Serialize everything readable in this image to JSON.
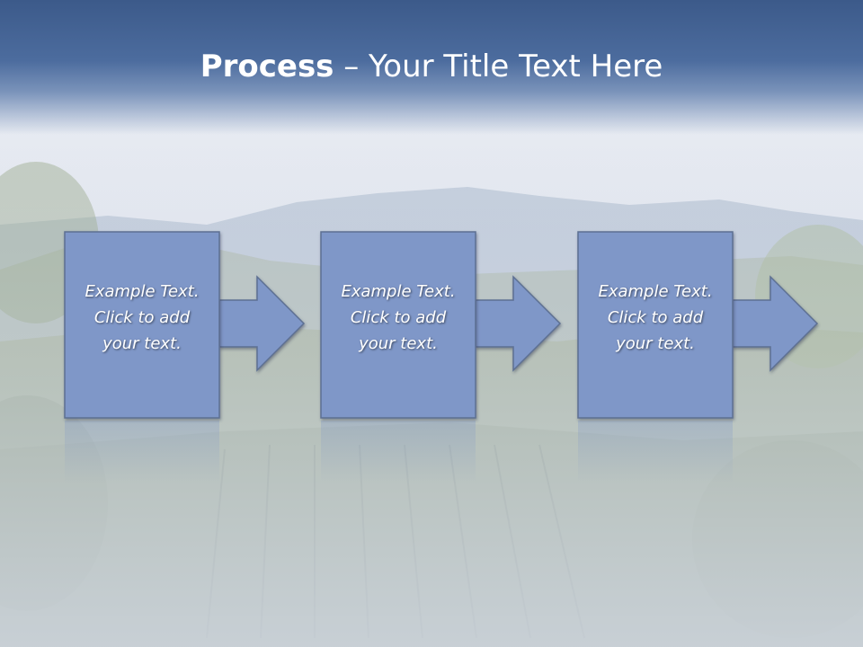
{
  "slide": {
    "title_bold": "Process",
    "title_rest": " – Your Title Text Here",
    "colors": {
      "header_top": "#3c5a8a",
      "box_fill": "#7f97c8",
      "box_stroke": "#5d6f92",
      "text": "#ffffff"
    }
  },
  "steps": [
    {
      "lines": [
        "Example Text.",
        "Click  to add",
        "your text."
      ]
    },
    {
      "lines": [
        "Example Text.",
        "Click  to add",
        "your text."
      ]
    },
    {
      "lines": [
        "Example Text.",
        "Click  to add",
        "your text."
      ]
    }
  ],
  "connectors": [
    "arrow-right",
    "arrow-right",
    "arrow-right"
  ]
}
